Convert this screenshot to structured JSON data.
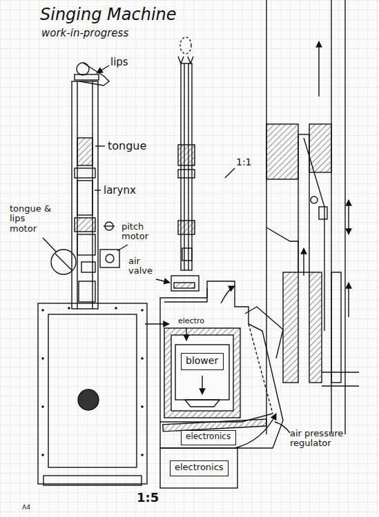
{
  "diagram": {
    "title": "Singing Machine",
    "nodes": [
      {
        "text": [
          "blower"
        ]
      },
      {
        "text": [
          "electronics"
        ]
      },
      {
        "text": [
          "electronics"
        ]
      }
    ],
    "labels": [
      "work-in-progress",
      "lips",
      "tongue",
      "larynx",
      "tongue & lips motor",
      "pitch motor",
      "1:1",
      "air valve",
      "electro",
      "air pressure regulator",
      "1:5",
      "A4"
    ]
  }
}
